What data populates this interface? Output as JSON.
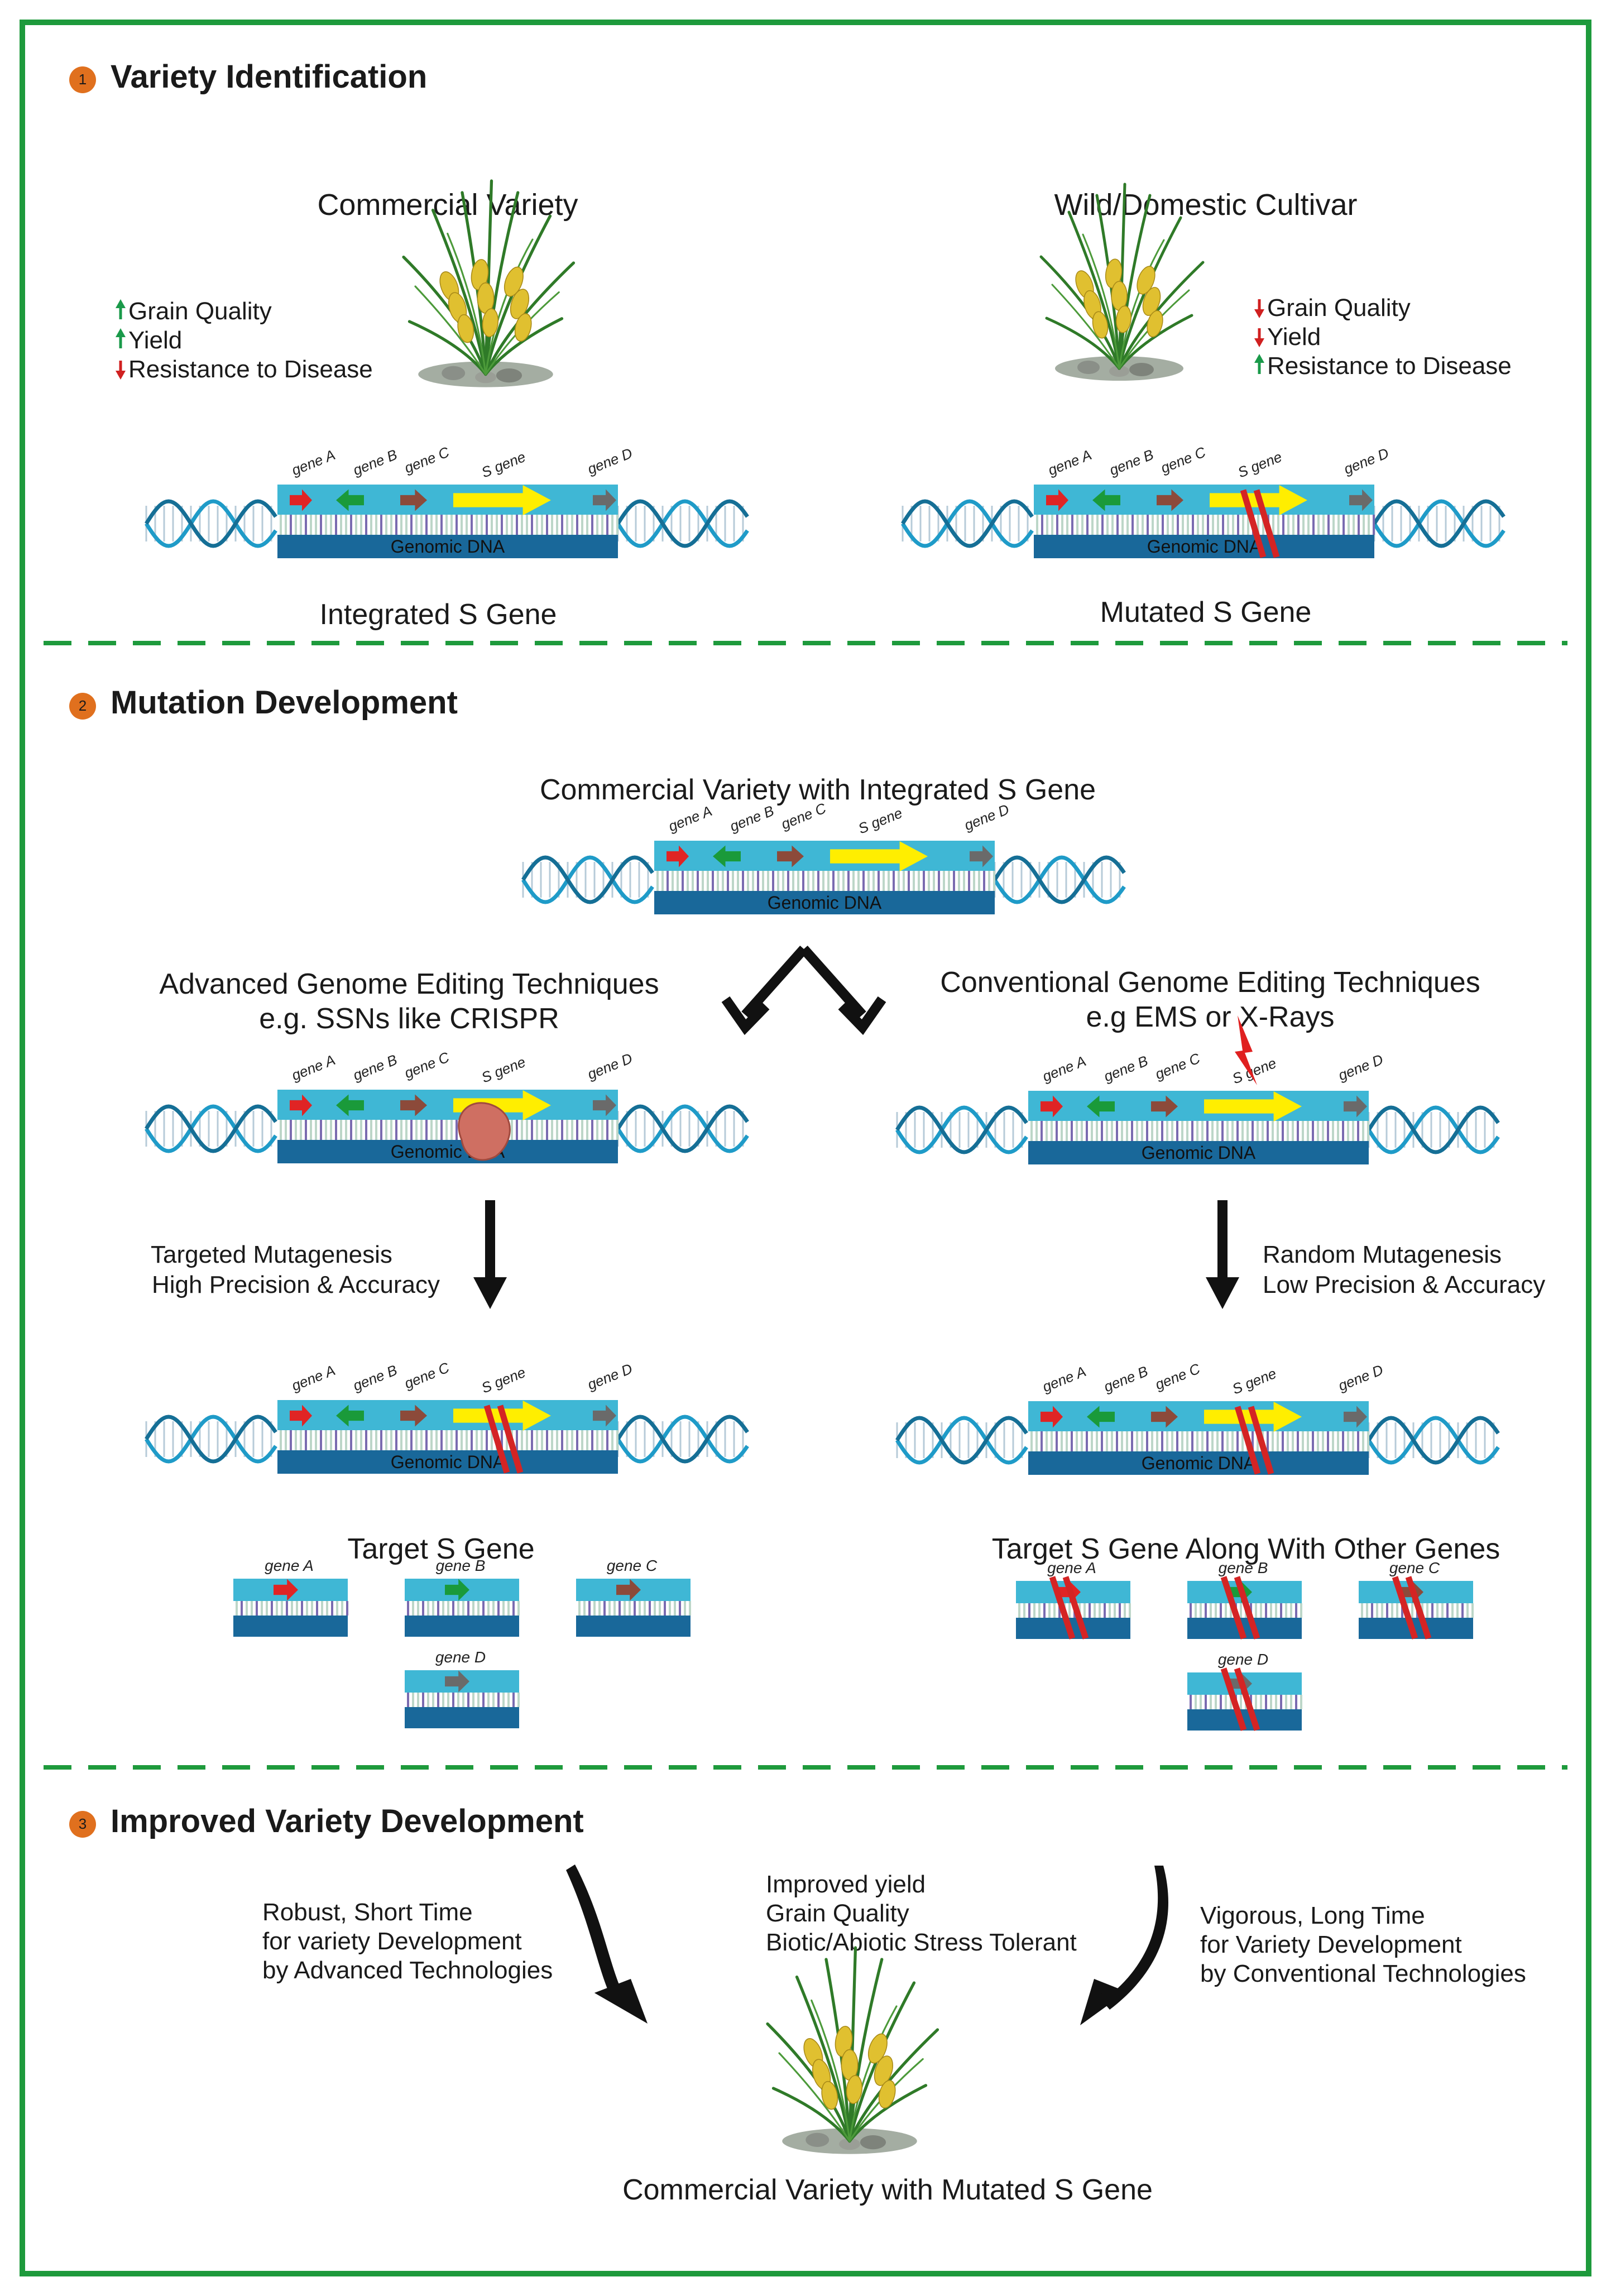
{
  "colors": {
    "frame": "#1e9a3c",
    "badge": "#e0701e",
    "helix_a": "#1f9bc8",
    "helix_b": "#156f96",
    "band_top": "#3fb7d5",
    "band_bottom": "#19689a",
    "gene_a": "#e02424",
    "gene_b": "#1a9a3a",
    "gene_c": "#8c4a3a",
    "gene_d": "#6a6a6a",
    "s_gene": "#ffee00",
    "mutation": "#d42424",
    "nuclease": "#cf6f62",
    "bolt": "#e02020",
    "up_arrow": "#1a9a4a",
    "down_arrow": "#d02020",
    "plant_leaf": "#2f7a28",
    "grain": "#e0c030"
  },
  "icons": [
    "orange-badge-icon",
    "dna-double-helix-icon",
    "gene-arrow-icon",
    "mutation-cut-icon",
    "nuclease-enzyme-icon",
    "lightning-bolt-icon",
    "rice-plant-icon",
    "trend-up-arrow-icon",
    "trend-down-arrow-icon",
    "flow-arrow-icon"
  ],
  "gene_labels": {
    "gene_a": "gene A",
    "gene_b": "gene B",
    "gene_c": "gene C",
    "s_gene": "S gene",
    "gene_d": "gene D",
    "genomic_dna": "Genomic DNA"
  },
  "section1": {
    "number": "1",
    "title": "Variety Identification",
    "commercial": {
      "title": "Commercial Variety",
      "traits": [
        {
          "label": "Grain Quality",
          "trend": "up"
        },
        {
          "label": "Yield",
          "trend": "up"
        },
        {
          "label": "Resistance to Disease",
          "trend": "down"
        }
      ],
      "caption": "Integrated S Gene"
    },
    "wild": {
      "title": "Wild/Domestic Cultivar",
      "traits": [
        {
          "label": "Grain Quality",
          "trend": "down"
        },
        {
          "label": "Yield",
          "trend": "down"
        },
        {
          "label": "Resistance to Disease",
          "trend": "up"
        }
      ],
      "caption": "Mutated S Gene"
    }
  },
  "section2": {
    "number": "2",
    "title": "Mutation Development",
    "top_label": "Commercial Variety with Integrated S Gene",
    "advanced": {
      "title_line1": "Advanced Genome Editing Techniques",
      "title_line2": "e.g. SSNs like CRISPR",
      "note_line1": "Targeted Mutagenesis",
      "note_line2": "High Precision & Accuracy",
      "result": "Target S Gene"
    },
    "conventional": {
      "title_line1": "Conventional Genome Editing Techniques",
      "title_line2": "e.g EMS or X-Rays",
      "note_line1": "Random Mutagenesis",
      "note_line2": "Low Precision & Accuracy",
      "result": "Target S Gene Along With Other Genes"
    }
  },
  "section3": {
    "number": "3",
    "title": "Improved Variety Development",
    "left_lines": [
      "Robust, Short Time",
      "for variety Development",
      "by Advanced Technologies"
    ],
    "center_lines": [
      "Improved yield",
      "Grain Quality",
      "Biotic/Abiotic Stress Tolerant"
    ],
    "right_lines": [
      "Vigorous, Long Time",
      "for Variety Development",
      "by Conventional Technologies"
    ],
    "final_label": "Commercial Variety with Mutated S Gene"
  }
}
